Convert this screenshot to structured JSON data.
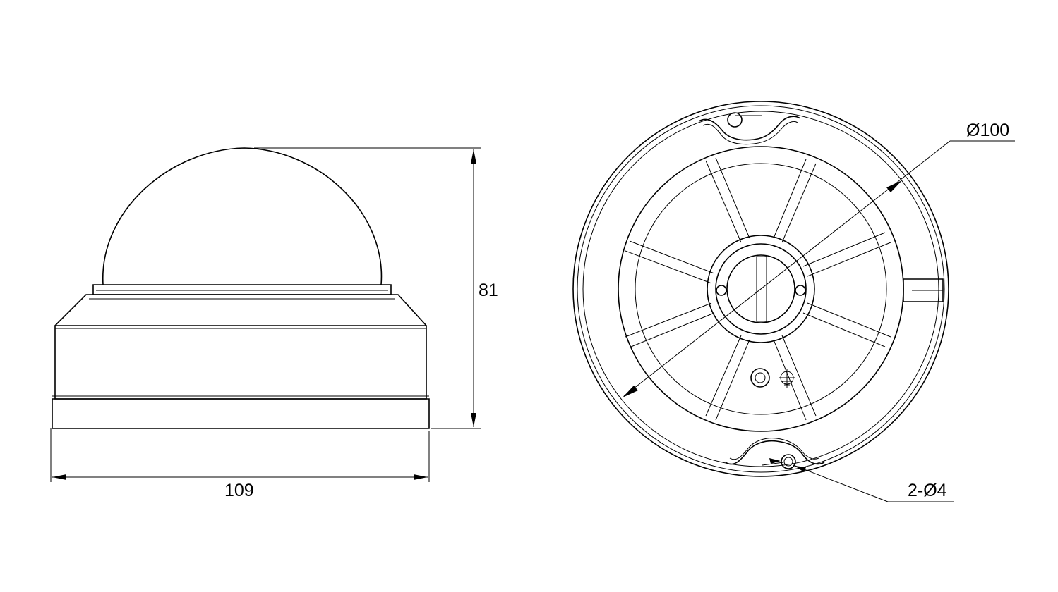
{
  "labels": {
    "width": "109",
    "height": "81",
    "diameter": "Ø100",
    "holes": "2-Ø4"
  },
  "colors": {
    "line": "#000000",
    "background": "#ffffff"
  },
  "icons": {
    "ground": "ground-symbol-icon"
  }
}
